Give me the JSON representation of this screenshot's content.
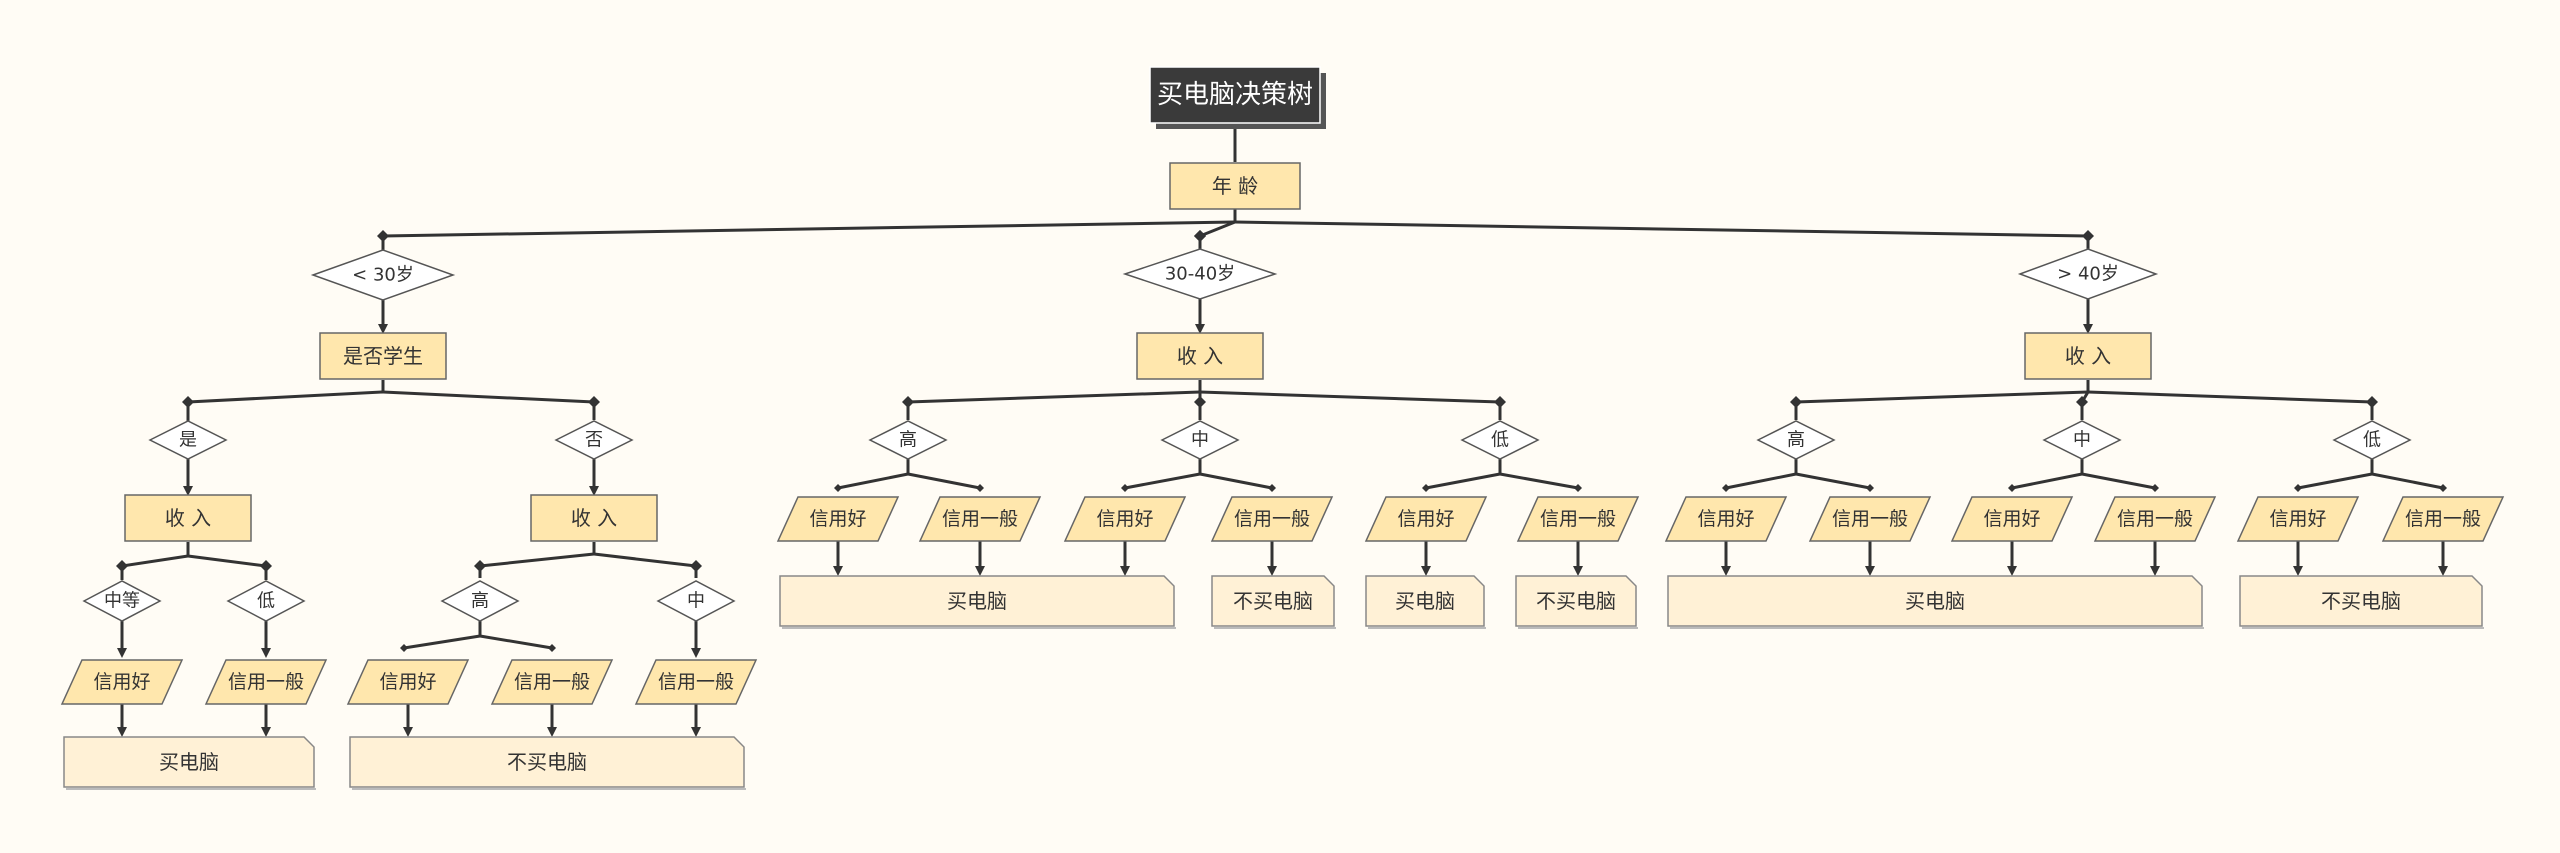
{
  "title": "买电脑决策树",
  "colors": {
    "background": "#fffcf5",
    "title_fill": "#3a3a3a",
    "attr_fill": "#ffe7ad",
    "leaf_fill": "#fff1d6",
    "line": "#333333"
  },
  "root_attribute": "年  龄",
  "age_groups": [
    {
      "label": "< 30岁",
      "attribute": "是否学生",
      "branches": [
        {
          "label": "是",
          "attribute": "收  入",
          "sub": [
            {
              "label": "中等",
              "credits": [
                "信用好"
              ]
            },
            {
              "label": "低",
              "credits": [
                "信用一般"
              ]
            }
          ],
          "results": [
            "买电脑"
          ]
        },
        {
          "label": "否",
          "attribute": "收  入",
          "sub": [
            {
              "label": "高",
              "credits": [
                "信用好",
                "信用一般"
              ]
            },
            {
              "label": "中",
              "credits": [
                "信用一般"
              ]
            }
          ],
          "results": [
            "不买电脑"
          ]
        }
      ]
    },
    {
      "label": "30-40岁",
      "attribute": "收  入",
      "branches": [
        {
          "label": "高",
          "credits": [
            "信用好",
            "信用一般"
          ]
        },
        {
          "label": "中",
          "credits": [
            "信用好",
            "信用一般"
          ]
        },
        {
          "label": "低",
          "credits": [
            "信用好",
            "信用一般"
          ]
        }
      ],
      "results": [
        "买电脑",
        "不买电脑",
        "买电脑",
        "不买电脑"
      ]
    },
    {
      "label": "> 40岁",
      "attribute": "收  入",
      "branches": [
        {
          "label": "高",
          "credits": [
            "信用好",
            "信用一般"
          ]
        },
        {
          "label": "中",
          "credits": [
            "信用好",
            "信用一般"
          ]
        },
        {
          "label": "低",
          "credits": [
            "信用好",
            "信用一般"
          ]
        }
      ],
      "results": [
        "买电脑",
        "不买电脑"
      ]
    }
  ]
}
